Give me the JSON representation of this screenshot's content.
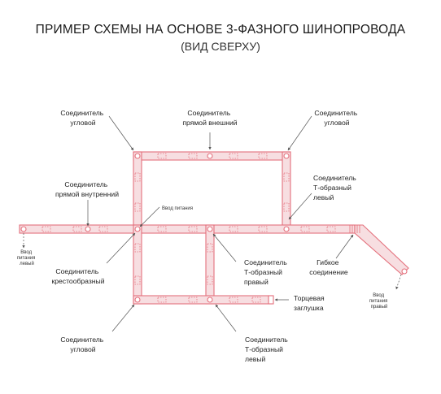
{
  "title": "ПРИМЕР СХЕМЫ НА ОСНОВЕ 3-ФАЗНОГО ШИНОПРОВОДА",
  "subtitle": "(ВИД СВЕРХУ)",
  "labels": {
    "corner_top_left": [
      "Соединитель",
      "угловой"
    ],
    "straight_external": [
      "Соединитель",
      "прямой внешний"
    ],
    "corner_top_right": [
      "Соединитель",
      "угловой"
    ],
    "straight_internal": [
      "Соединитель",
      "прямой внутренний"
    ],
    "power_input_center": "Ввод питания",
    "t_left_right_top": [
      "Соединитель",
      "Т-образный",
      "левый"
    ],
    "power_input_left": [
      "Ввод",
      "питания",
      "левый"
    ],
    "cross": [
      "Соединитель",
      "крестообразный"
    ],
    "t_right_center": [
      "Соединитель",
      "Т-образный",
      "правый"
    ],
    "flexible": [
      "Гибкое",
      "соединение"
    ],
    "power_input_right": [
      "Ввод",
      "питания",
      "правый"
    ],
    "end_cap": [
      "Торцевая",
      "заглушка"
    ],
    "corner_bottom": [
      "Соединитель",
      "угловой"
    ],
    "t_left_bottom": [
      "Соединитель",
      "Т-образный",
      "левый"
    ]
  },
  "colors": {
    "track": "#e4707c",
    "track_fill": "#f7dee1",
    "text": "#222222",
    "leader": "#555555"
  }
}
